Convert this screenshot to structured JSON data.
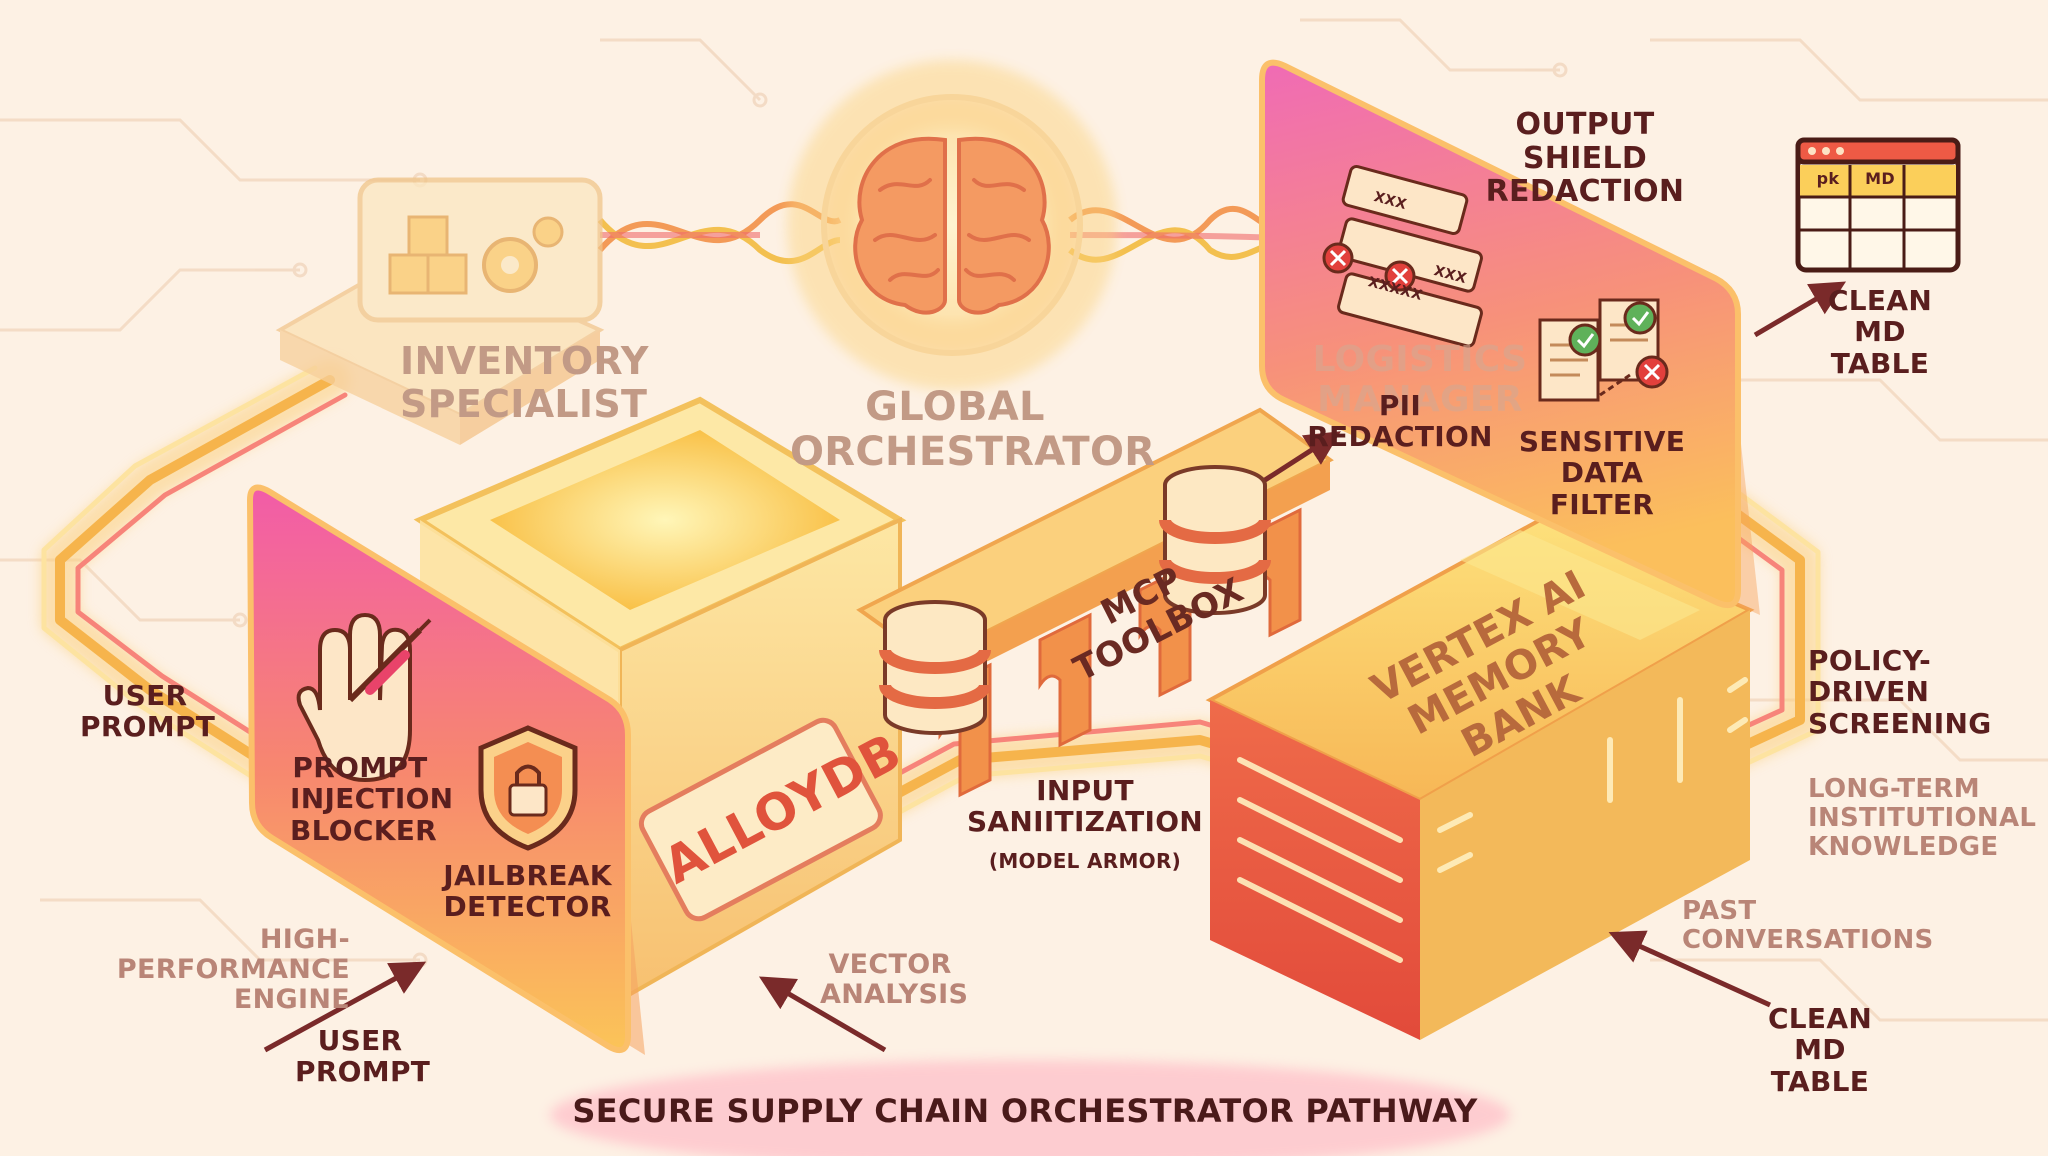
{
  "diagram": {
    "title": "SECURE SUPPLY CHAIN ORCHESTRATOR PATHWAY",
    "nodes": {
      "inventory": "INVENTORY\nSPECIALIST",
      "global": "GLOBAL\nORCHESTRATOR",
      "alloydb": "ALLOYDB",
      "mcp": "MCP TOOLBOX",
      "vertex": "VERTEX AI\nMEMORY BANK",
      "logistics": "LOGISTICS\nMANAGER"
    },
    "input_shield": {
      "prompt_injection": "PROMPT\nINJECTION\nBLOCKER",
      "jailbreak": "JAILBREAK\nDETECTOR"
    },
    "output_shield": {
      "title": "OUTPUT SHIELD\nREDACTION",
      "pii": "PII REDACTION",
      "sensitive": "SENSITIVE\nDATA FILTER",
      "pii_marks": [
        "XXX",
        "XXXXX",
        "XXX"
      ]
    },
    "table_icon": {
      "cells": [
        "pk",
        "MD"
      ]
    },
    "labels": {
      "user_prompt_left": "USER\nPROMPT",
      "user_prompt_bottom": "USER\nPROMPT",
      "high_perf": "HIGH-PERFORMANCE\nENGINE",
      "vector": "VECTOR\nANALYSIS",
      "input_sanitization": "INPUT\nSANIITIZATION",
      "model_armor": "(MODEL ARMOR)",
      "clean_md_top": "CLEAN\nMD TABLE",
      "policy": "POLICY-DRIVEN\nSCREENING",
      "long_term": "LONG-TERM\nINSTITUTIONAL\nKNOWLEDGE",
      "past_conv": "PAST\nCONVERSATIONS",
      "clean_md_bottom": "CLEAN MD\nTABLE"
    }
  }
}
